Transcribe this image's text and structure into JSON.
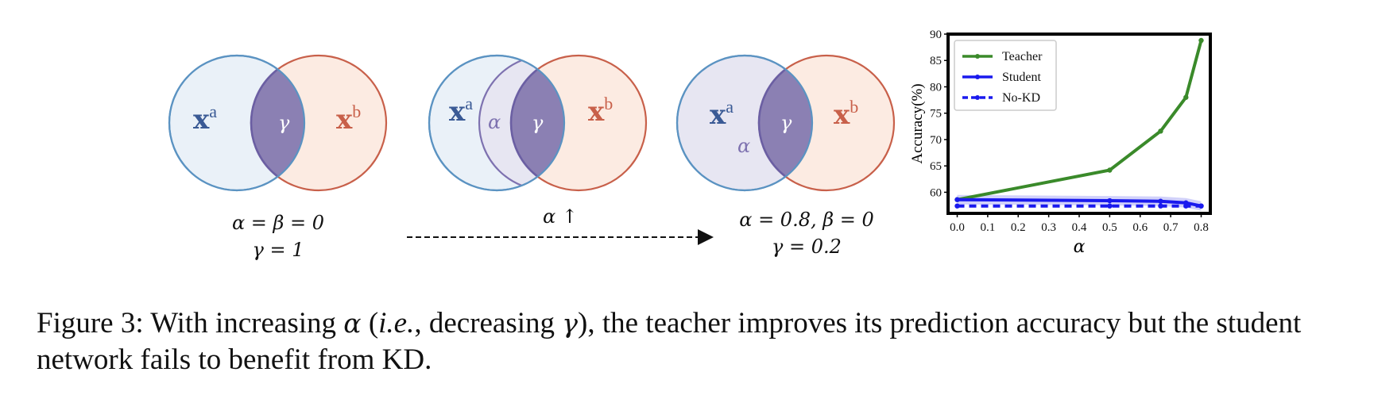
{
  "venn": {
    "xa": "x",
    "xa_sup": "a",
    "xb": "x",
    "xb_sup": "b",
    "alpha": "α",
    "gamma": "γ",
    "colors": {
      "blue_stroke": "#5b93c2",
      "blue_fill": "#eaf1f8",
      "red_stroke": "#c8604a",
      "red_fill": "#fcebe2",
      "overlap_fill": "#8b80b3",
      "overlap_stroke": "#6b5fa3",
      "label_blue": "#3a5a95",
      "label_red": "#c8604a",
      "alpha_fill": "#e7e6f2"
    }
  },
  "equations": {
    "left_line1": "α = β = 0",
    "left_line2": "γ = 1",
    "middle": "α ↑",
    "right_line1": "α = 0.8, β = 0",
    "right_line2": "γ = 0.2"
  },
  "chart_data": {
    "type": "line",
    "xlabel": "α",
    "ylabel": "Accuracy(%)",
    "xlim": [
      -0.03,
      0.83
    ],
    "ylim": [
      56,
      90
    ],
    "xticks": [
      "0.0",
      "0.1",
      "0.2",
      "0.3",
      "0.4",
      "0.5",
      "0.6",
      "0.7",
      "0.8"
    ],
    "yticks": [
      "60",
      "65",
      "70",
      "75",
      "80",
      "85",
      "90"
    ],
    "legend_position": "top-left",
    "series": [
      {
        "name": "Teacher",
        "color": "#3a8a2a",
        "style": "solid",
        "x": [
          0.0,
          0.5,
          0.667,
          0.75,
          0.8
        ],
        "y": [
          58.6,
          64.2,
          71.6,
          78.0,
          88.8
        ]
      },
      {
        "name": "Student",
        "color": "#1a1aee",
        "style": "solid",
        "x": [
          0.0,
          0.5,
          0.667,
          0.75,
          0.8
        ],
        "y": [
          58.6,
          58.4,
          58.3,
          58.0,
          57.4
        ]
      },
      {
        "name": "No-KD",
        "color": "#1a1aee",
        "style": "dashed",
        "x": [
          0.0,
          0.5,
          0.667,
          0.75,
          0.8
        ],
        "y": [
          57.4,
          57.4,
          57.4,
          57.4,
          57.4
        ]
      }
    ]
  },
  "caption": {
    "p1": "Figure 3: With increasing ",
    "alpha": "α",
    "p2": " (",
    "ie": "i.e.",
    "p3": ", decreasing ",
    "gamma": "γ",
    "p4": "), the teacher improves its prediction accuracy but the student network fails to benefit from KD."
  }
}
